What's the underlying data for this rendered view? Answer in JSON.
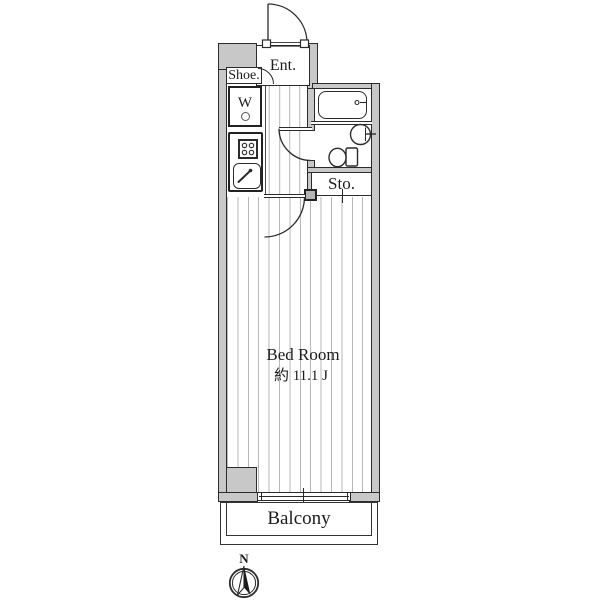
{
  "floorplan": {
    "rooms": {
      "entrance": {
        "label": "Ent."
      },
      "shoe": {
        "label": "Shoe."
      },
      "washer": {
        "label": "W"
      },
      "storage": {
        "label": "Sto."
      },
      "bedroom": {
        "label": "Bed Room",
        "size": "約 11.1 J"
      },
      "balcony": {
        "label": "Balcony"
      }
    },
    "compass": {
      "north": "N"
    },
    "colors": {
      "wall": "#c8c8c8",
      "line": "#2b2b2b",
      "floor_stripe": "#b7b7b7",
      "background": "#ffffff",
      "text": "#1c1c1c"
    }
  }
}
